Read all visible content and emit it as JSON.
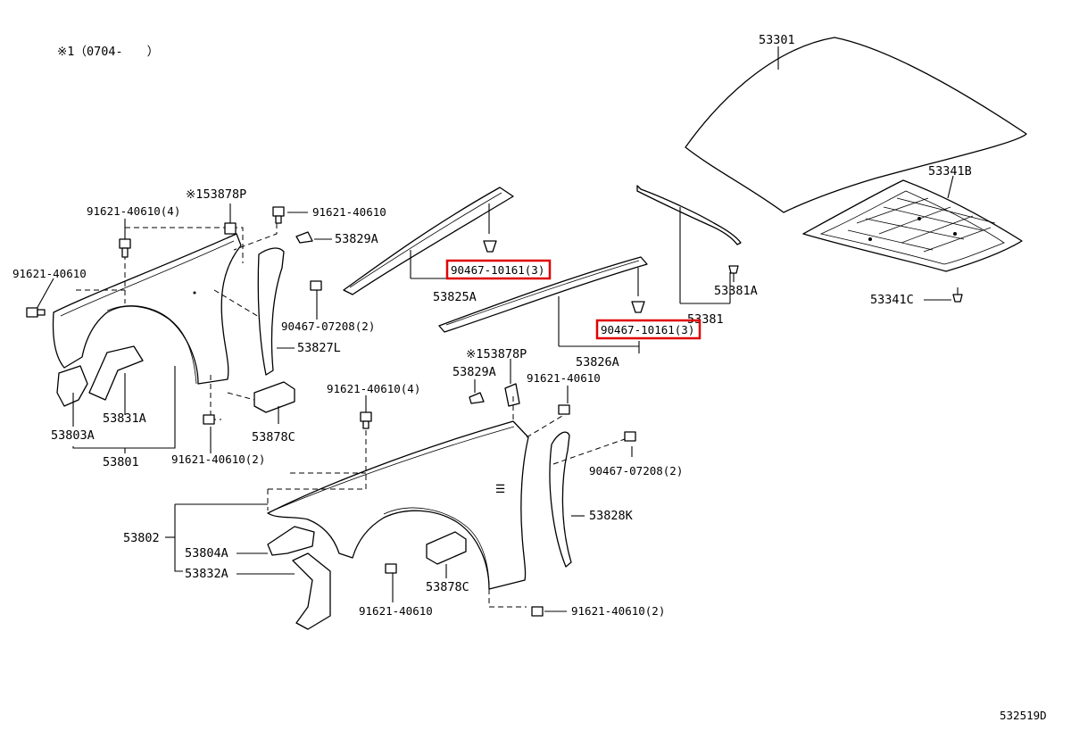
{
  "note": "※1（0704-　　）",
  "drawing_number": "532519D",
  "labels": {
    "hood": "53301",
    "hood_insulator": "53341B",
    "insulator_clip": "53341C",
    "hood_seal": "53381",
    "seal_clip": "53381A",
    "clip_highlight_1": "90467-10161(3)",
    "clip_highlight_2": "90467-10161(3)",
    "seal_rh": "53825A",
    "seal_lh": "53826A",
    "bolt_top_left_4": "91621-40610(4)",
    "bolt_left": "91621-40610",
    "note_cushion_1": "※153878P",
    "bolt_top_mid": "91621-40610",
    "bracket_1": "53829A",
    "clip_screw_1": "90467-07208(2)",
    "liner_1": "53827L",
    "pad_1": "53878C",
    "bracket_lower_1": "53831A",
    "bracket_front_1": "53803A",
    "fender_rh": "53801",
    "bolt_bottom_2_left": "91621-40610(2)",
    "note_cushion_2": "※153878P",
    "bracket_2": "53829A",
    "bolt_mid_4": "91621-40610(4)",
    "bolt_mid_right": "91621-40610",
    "clip_screw_2": "90467-07208(2)",
    "liner_2": "53828K",
    "fender_lh": "53802",
    "bracket_front_2": "53804A",
    "bracket_lower_2": "53832A",
    "pad_2": "53878C",
    "bolt_bottom_center": "91621-40610",
    "bolt_bottom_2_right": "91621-40610(2)"
  }
}
